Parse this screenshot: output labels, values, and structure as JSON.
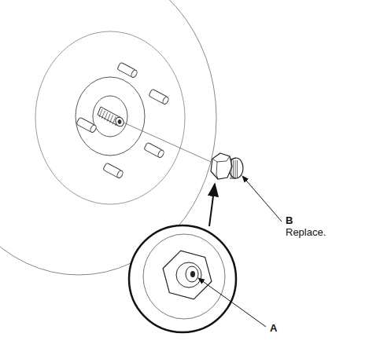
{
  "diagram": {
    "labels": [
      "B",
      "Replace.",
      "A"
    ]
  }
}
